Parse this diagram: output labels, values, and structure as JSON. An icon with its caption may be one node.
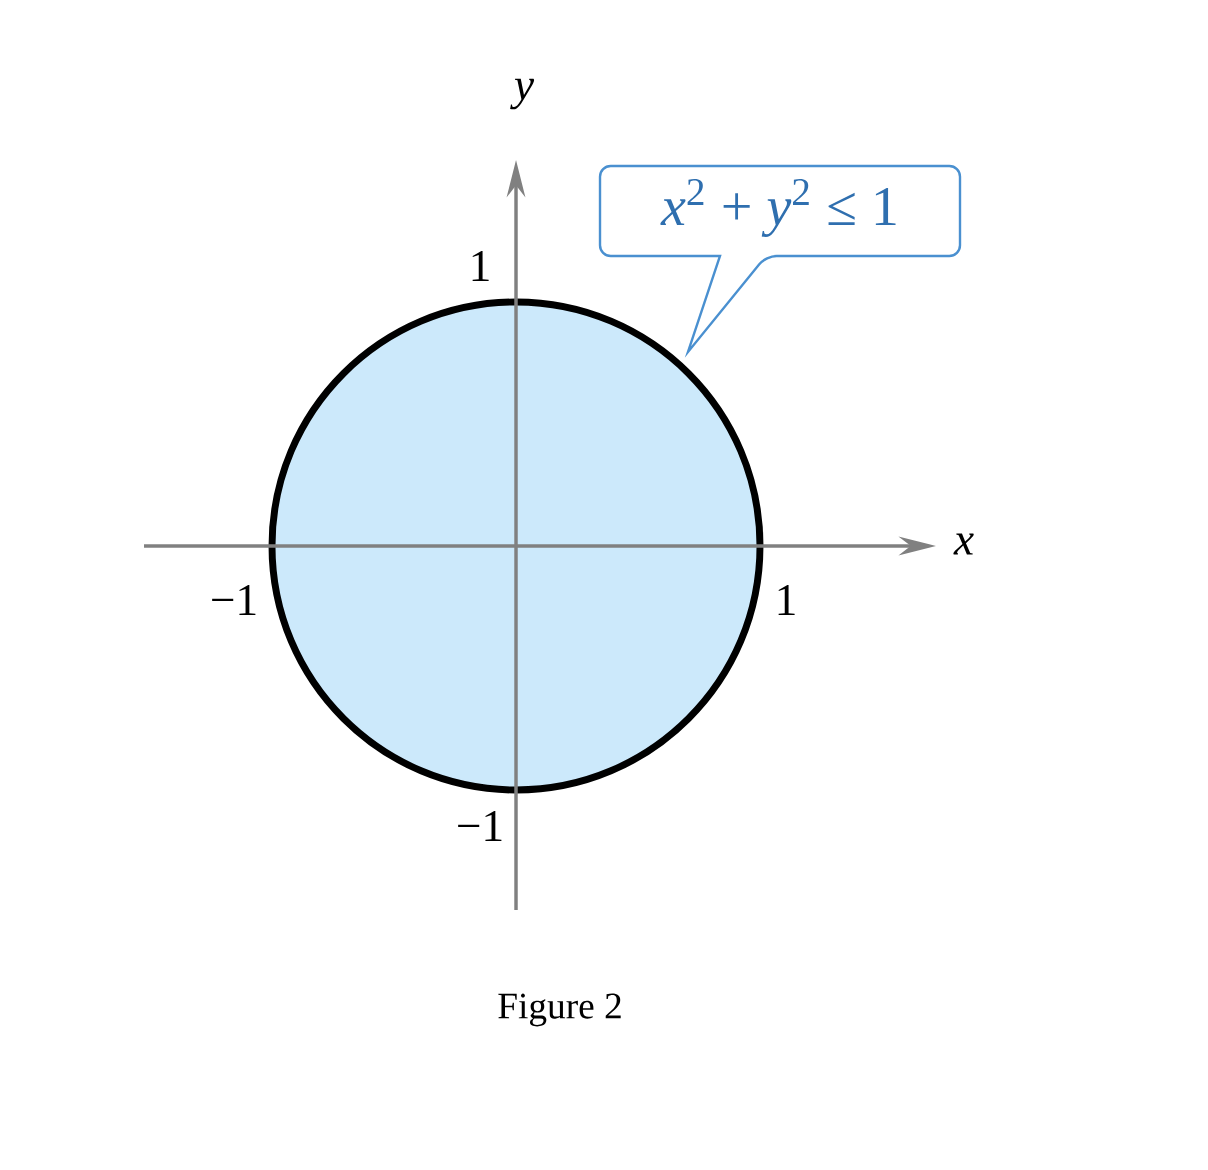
{
  "diagram": {
    "caption": "Figure 2",
    "nodes": [
      {
        "text": [
          "*x*$^{2}$ + *y*$^{2}$ ≤ 1"
        ]
      }
    ],
    "labels": [
      "*y*",
      "1",
      "*x*",
      "−1",
      "1",
      "−1"
    ]
  }
}
